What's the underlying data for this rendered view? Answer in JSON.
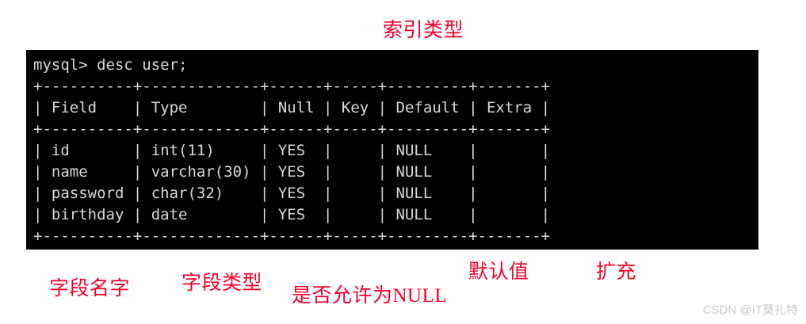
{
  "annotations": {
    "index_type": "索引类型",
    "field_name": "字段名字",
    "field_type": "字段类型",
    "allow_null": "是否允许为NULL",
    "default_value": "默认值",
    "extra": "扩充"
  },
  "colors": {
    "annotation_red": "#f4002a",
    "terminal_background": "#000000",
    "terminal_text": "#d8d8d8",
    "watermark_gray": "#c9c9c9"
  },
  "terminal": {
    "prompt": "mysql>",
    "command": "desc user;",
    "prompt_line": "mysql> desc user;",
    "table": {
      "columns": [
        "Field",
        "Type",
        "Null",
        "Key",
        "Default",
        "Extra"
      ],
      "rows": [
        [
          "id",
          "int(11)",
          "YES",
          "",
          "NULL",
          ""
        ],
        [
          "name",
          "varchar(30)",
          "YES",
          "",
          "NULL",
          ""
        ],
        [
          "password",
          "char(32)",
          "YES",
          "",
          "NULL",
          ""
        ],
        [
          "birthday",
          "date",
          "YES",
          "",
          "NULL",
          ""
        ]
      ]
    },
    "rendered_output": "mysql> desc user;\n+----------+-------------+------+-----+---------+-------+\n| Field    | Type        | Null | Key | Default | Extra |\n+----------+-------------+------+-----+---------+-------+\n| id       | int(11)     | YES  |     | NULL    |       |\n| name     | varchar(30) | YES  |     | NULL    |       |\n| password | char(32)    | YES  |     | NULL    |       |\n| birthday | date        | YES  |     | NULL    |       |\n+----------+-------------+------+-----+---------+-------+"
  },
  "watermark": {
    "text": "CSDN @IT莫扎特"
  }
}
